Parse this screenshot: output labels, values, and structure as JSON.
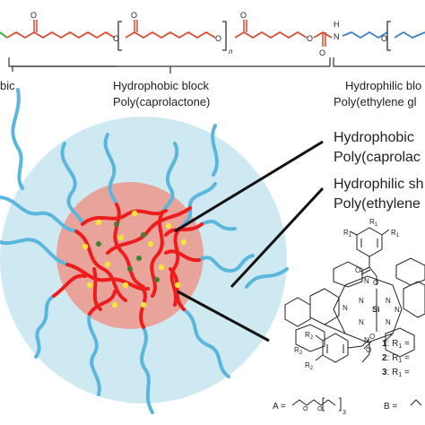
{
  "top_labels": {
    "left_fragment": "bic",
    "hydrophobic_block_line1": "Hydrophobic block",
    "hydrophobic_block_line2": "Poly(caprolactone)",
    "hydrophilic_block_line1": "Hydrophilic blo",
    "hydrophilic_block_line2": "Poly(ethylene gl"
  },
  "chain_text": {
    "n_subscript": "n",
    "nh_label": "H",
    "n_atom": "N",
    "o_atoms": "O"
  },
  "callouts": {
    "core_line1": "Hydrophobic",
    "core_line2": "Poly(caprolac",
    "shell_line1": "Hydrophilic sh",
    "shell_line2": "Poly(ethylene"
  },
  "molecule": {
    "r1_top": "R",
    "r1_sub": "1",
    "si": "Si",
    "n_labels": "N",
    "o_label": "O",
    "r2_left": "R",
    "r2_sub": "2",
    "list": [
      {
        "num": "1",
        "text": ": R",
        "sub": "1",
        "rest": " ="
      },
      {
        "num": "2",
        "text": ": R",
        "sub": "1",
        "rest": " ="
      },
      {
        "num": "3",
        "text": ": R",
        "sub": "1",
        "rest": " ="
      }
    ],
    "legend_a": "A =",
    "legend_b": "B =",
    "legend_sub": "3"
  },
  "colors": {
    "shell": "#cfe9f2",
    "core": "#e8a49a",
    "pcl": "#ee1c1c",
    "peg": "#5bb6dd",
    "drug": "#f3e33a",
    "drug_green": "#3f7f2f",
    "pcl_chain": "#d94a2e",
    "peg_chain": "#3b7fc4"
  }
}
